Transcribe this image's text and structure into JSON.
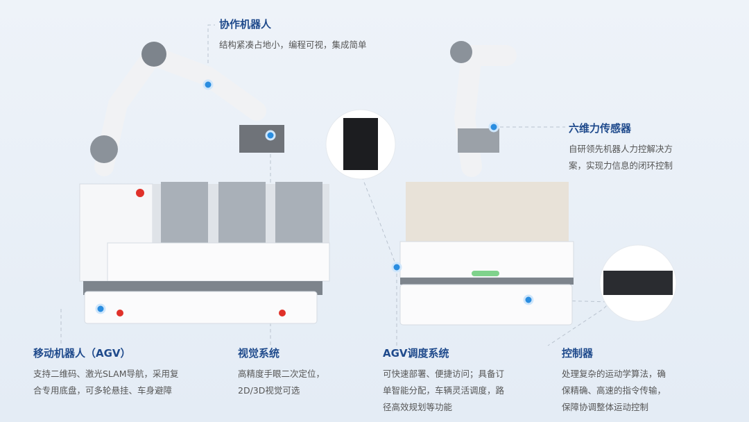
{
  "labels": {
    "cobot": {
      "title": "协作机器人",
      "desc": [
        "结构紧凑占地小，编程可视，集成简单"
      ]
    },
    "sensor": {
      "title": "六维力传感器",
      "desc": [
        "自研领先机器人力控解决方",
        "案，实现力信息的闭环控制"
      ]
    },
    "agv": {
      "title": "移动机器人（AGV）",
      "desc": [
        "支持二维码、激光SLAM导航，采用复",
        "合专用底盘，可多轮悬挂、车身避障"
      ]
    },
    "vision": {
      "title": "视觉系统",
      "desc": [
        "高精度手眼二次定位，",
        "2D/3D视觉可选"
      ]
    },
    "dispatch": {
      "title": "AGV调度系统",
      "desc": [
        "可快速部署、便捷访问；具备订",
        "单智能分配，车辆灵活调度，路",
        "径高效规划等功能"
      ]
    },
    "controller": {
      "title": "控制器",
      "desc": [
        "处理复杂的运动学算法，确",
        "保精确、高速的指令传输，",
        "保障协调整体运动控制"
      ]
    }
  },
  "colors": {
    "accent": "#1f4a8c",
    "marker": "#2a8de0"
  }
}
